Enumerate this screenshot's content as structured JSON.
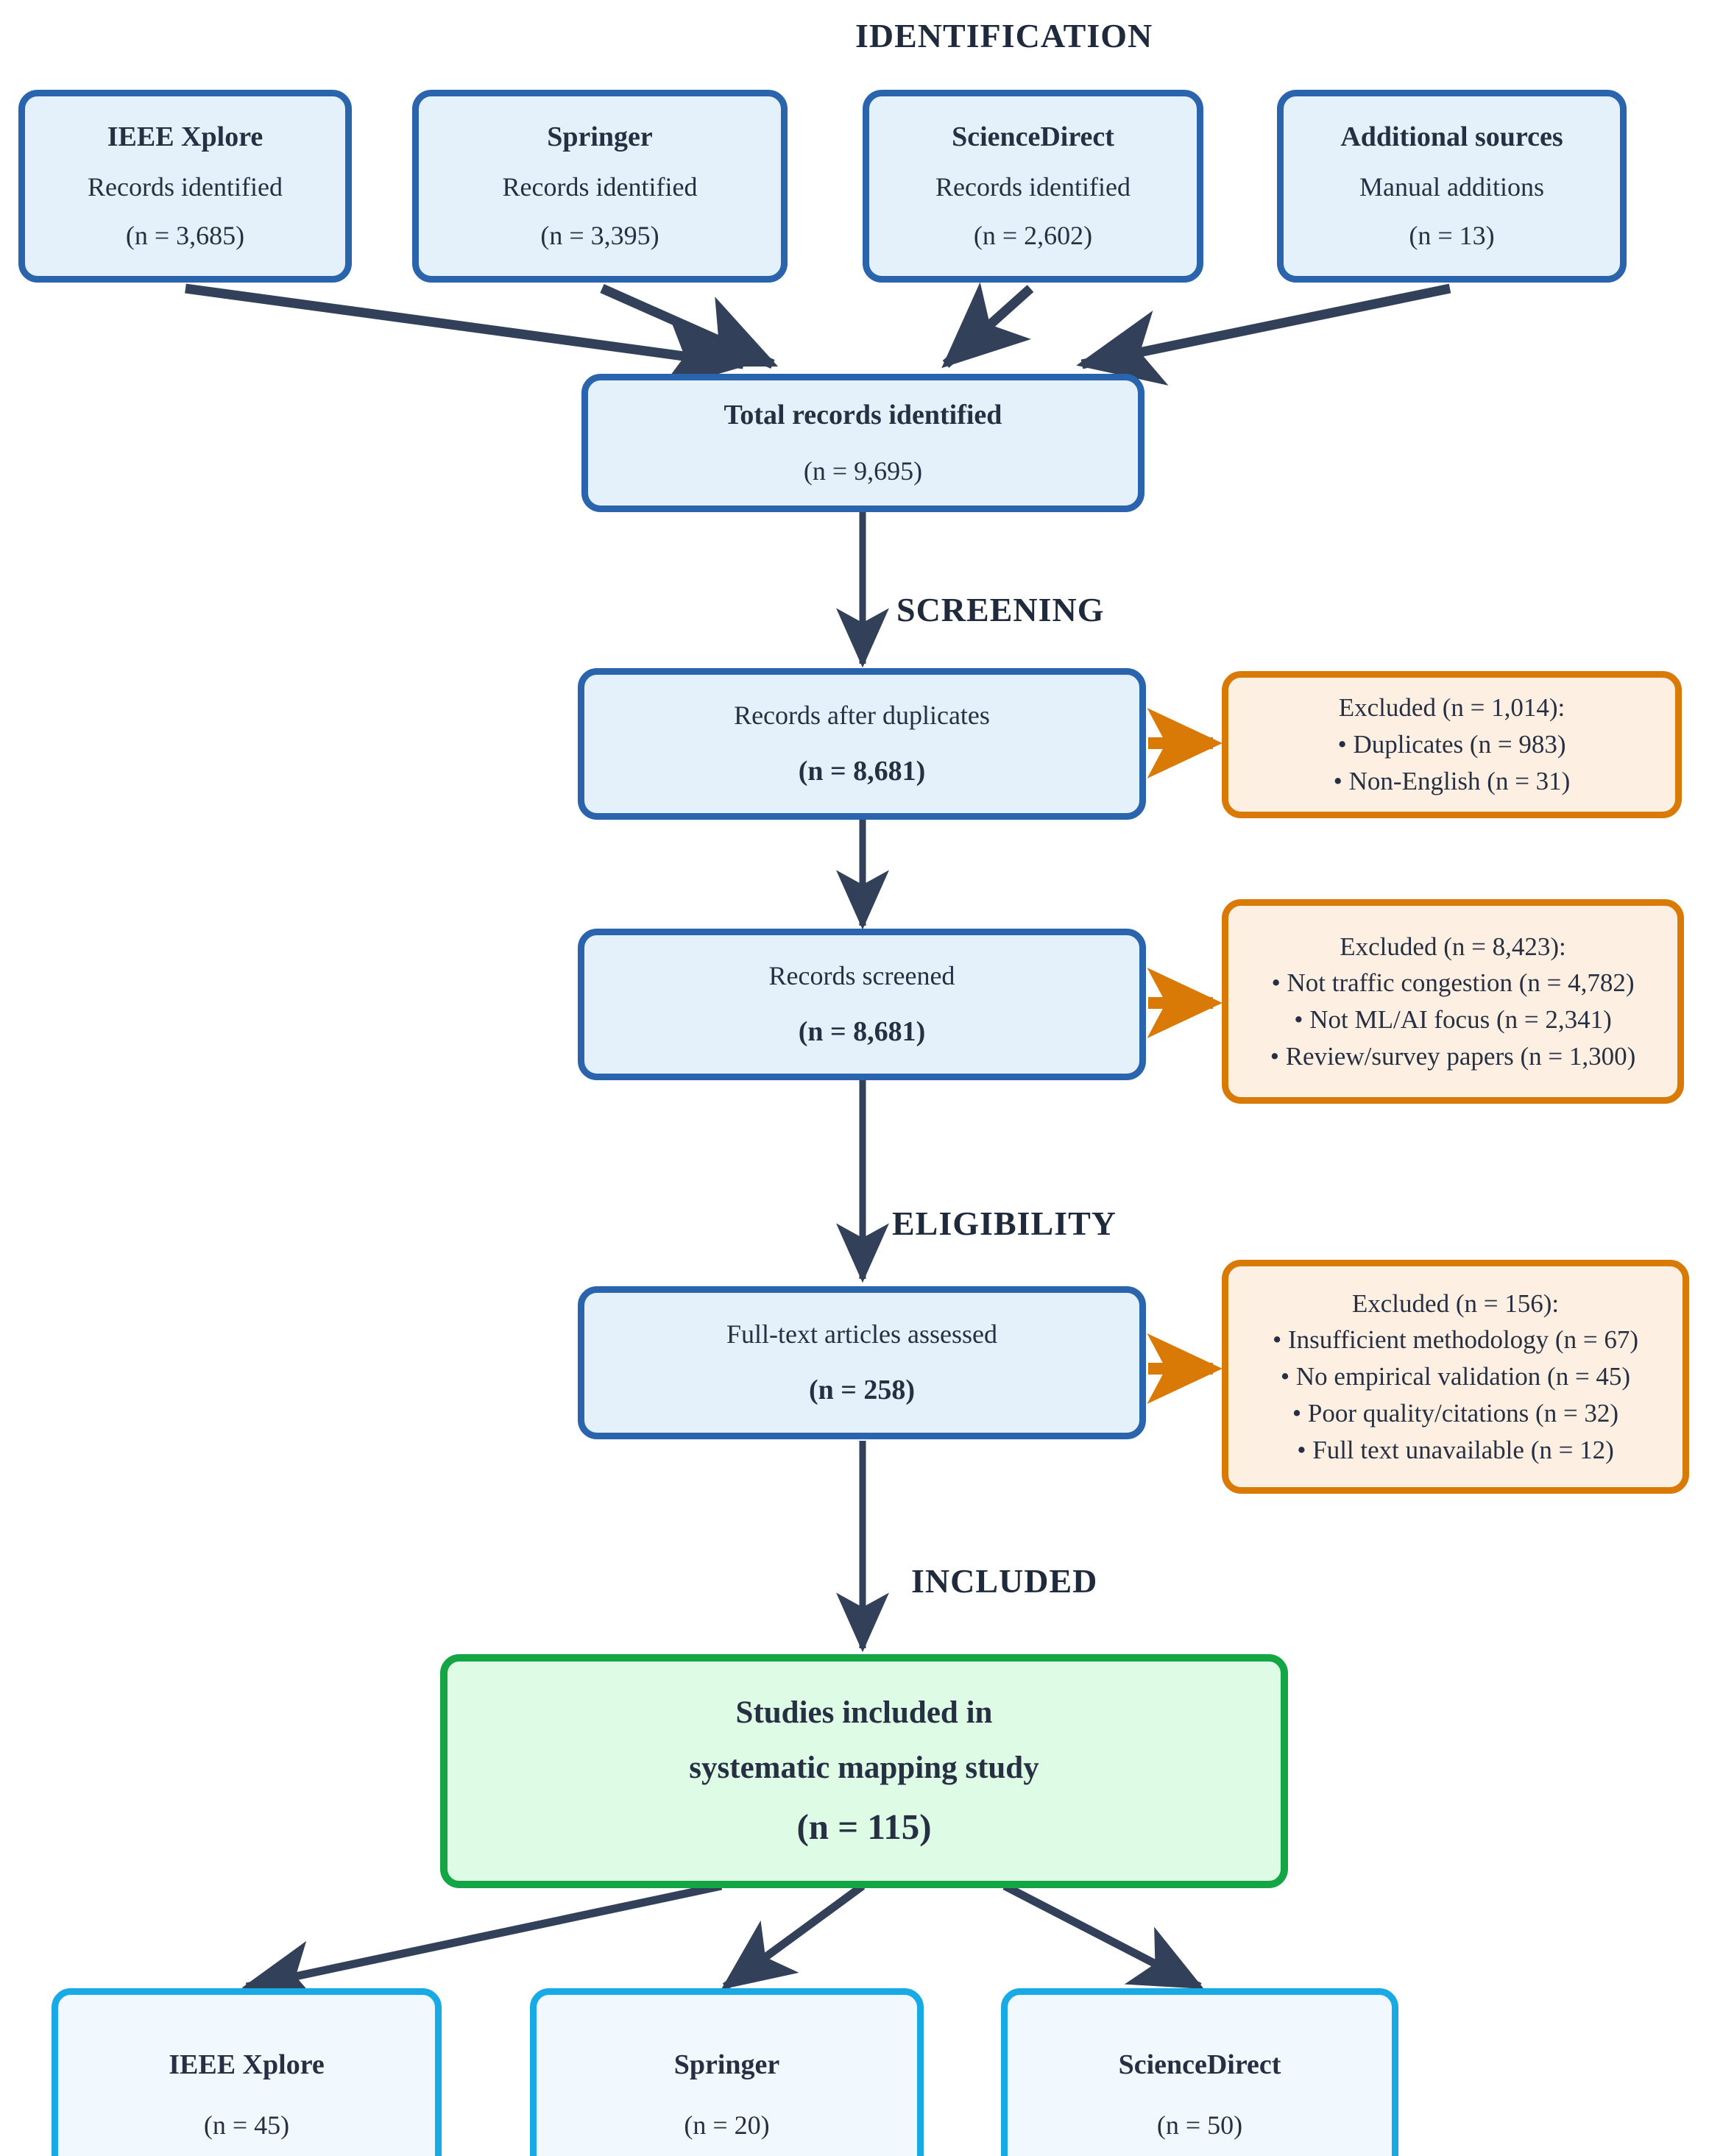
{
  "diagram": {
    "title": "PRISMA flow diagram",
    "colors": {
      "process_border": "#2a64ad",
      "process_fill": "#e4f1fb",
      "exclude_border": "#d97a06",
      "exclude_fill": "#fdefe2",
      "included_border": "#14a544",
      "included_fill": "#defbe6",
      "breakdown_border": "#17aae4",
      "breakdown_fill": "#f2f9fe",
      "arrow_dark": "#33405a",
      "arrow_orange": "#d97a06",
      "text": "#273043"
    }
  },
  "stages": {
    "identification": "IDENTIFICATION",
    "screening": "SCREENING",
    "eligibility": "ELIGIBILITY",
    "included": "INCLUDED"
  },
  "sources": [
    {
      "title": "IEEE Xplore",
      "subtitle": "Records identified",
      "count": "(n = 3,685)"
    },
    {
      "title": "Springer",
      "subtitle": "Records identified",
      "count": "(n = 3,395)"
    },
    {
      "title": "ScienceDirect",
      "subtitle": "Records identified",
      "count": "(n = 2,602)"
    },
    {
      "title": "Additional sources",
      "subtitle": "Manual additions",
      "count": "(n = 13)"
    }
  ],
  "total": {
    "title": "Total records identified",
    "count": "(n = 9,695)"
  },
  "steps": [
    {
      "title": "Records after duplicates",
      "count": "(n = 8,681)"
    },
    {
      "title": "Records screened",
      "count": "(n = 8,681)"
    },
    {
      "title": "Full-text articles assessed",
      "count": "(n = 258)"
    }
  ],
  "exclusions": [
    {
      "header": "Excluded (n = 1,014):",
      "reasons": [
        "• Duplicates (n = 983)",
        "• Non-English (n = 31)"
      ]
    },
    {
      "header": "Excluded (n = 8,423):",
      "reasons": [
        "• Not traffic congestion (n = 4,782)",
        "• Not ML/AI focus (n = 2,341)",
        "• Review/survey papers (n = 1,300)"
      ]
    },
    {
      "header": "Excluded (n = 156):",
      "reasons": [
        "• Insufficient methodology (n = 67)",
        "• No empirical validation (n = 45)",
        "• Poor quality/citations (n = 32)",
        "• Full text unavailable (n = 12)"
      ]
    }
  ],
  "included_box": {
    "line1": "Studies included in",
    "line2": "systematic mapping study",
    "count": "(n = 115)"
  },
  "breakdown": [
    {
      "title": "IEEE Xplore",
      "count": "(n = 45)"
    },
    {
      "title": "Springer",
      "count": "(n = 20)"
    },
    {
      "title": "ScienceDirect",
      "count": "(n = 50)"
    }
  ]
}
